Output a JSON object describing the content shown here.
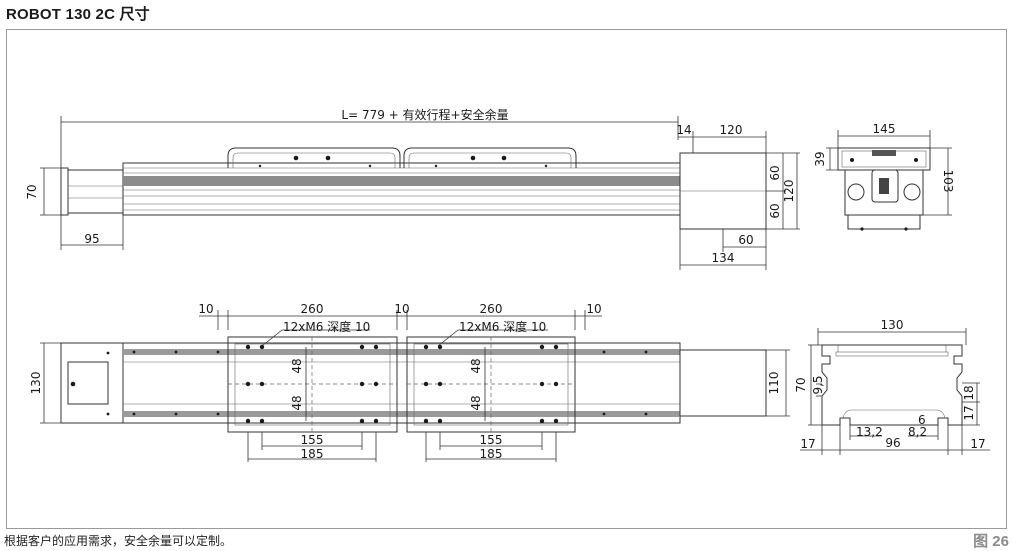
{
  "title": "ROBOT 130 2C 尺寸",
  "footnote": "根据客户的应用需求，安全余量可以定制。",
  "figure_number": "图 26",
  "dimensions": {
    "overall_length": "L= 779 + 有效行程+安全余量",
    "d70": "70",
    "d95": "95",
    "d14": "14",
    "d120_top": "120",
    "d60_upper": "60",
    "d60_lower": "60",
    "d120_side": "120",
    "d60_bottom": "60",
    "d134": "134",
    "d145": "145",
    "d39": "39",
    "d103": "103",
    "d10_a": "10",
    "d260_a": "260",
    "d10_b": "10",
    "d260_b": "260",
    "d10_c": "10",
    "holes_a": "12xM6 深度 10",
    "holes_b": "12xM6 深度 10",
    "d48_a1": "48",
    "d48_a2": "48",
    "d48_b1": "48",
    "d48_b2": "48",
    "d155_a": "155",
    "d185_a": "185",
    "d155_b": "155",
    "d185_b": "185",
    "d130_left": "130",
    "d110": "110",
    "d130_profile": "130",
    "d70_profile": "70",
    "d9_5": "9,5",
    "d18": "18",
    "d17_right": "17",
    "d6": "6",
    "d13_2": "13,2",
    "d8_2": "8,2",
    "d17_a": "17",
    "d96": "96",
    "d17_b": "17"
  }
}
